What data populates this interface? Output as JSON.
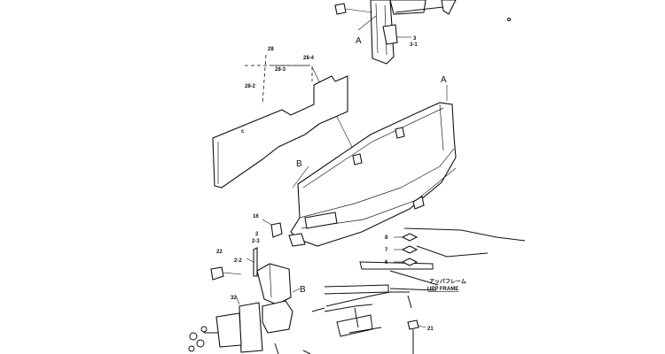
{
  "labels": {
    "l28": "28",
    "l28_2": "28-2",
    "l28_3": "28-3",
    "l28_4": "28-4",
    "l3": "3",
    "l3_1": "3-1",
    "lA_top": "A",
    "lA_right": "A",
    "lB_left": "B",
    "lB_low": "B",
    "l16": "16",
    "l2": "2",
    "l2_3": "2-3",
    "l2_2": "2-2",
    "l22": "22",
    "l32": "32",
    "l8": "8",
    "l7": "7",
    "l6": "6",
    "l21": "21",
    "jp_frame": "アッパフレーム",
    "upp_frame": "UPP FRAME"
  }
}
